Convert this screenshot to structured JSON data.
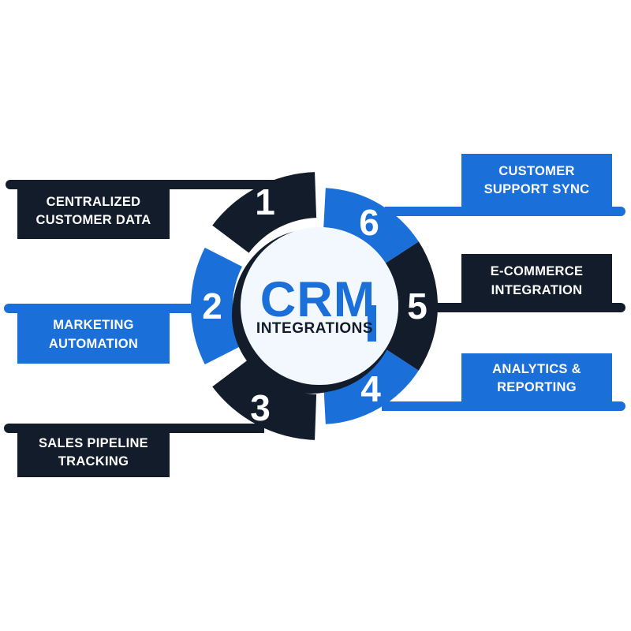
{
  "center": {
    "title": "CRM",
    "subtitle": "INTEGRATIONS"
  },
  "segments": [
    {
      "number": "1",
      "line1": "CENTRALIZED",
      "line2": "CUSTOMER DATA",
      "style": "dark"
    },
    {
      "number": "2",
      "line1": "MARKETING",
      "line2": "AUTOMATION",
      "style": "blue"
    },
    {
      "number": "3",
      "line1": "SALES PIPELINE",
      "line2": "TRACKING",
      "style": "dark"
    },
    {
      "number": "4",
      "line1": "ANALYTICS &",
      "line2": "REPORTING",
      "style": "blue"
    },
    {
      "number": "5",
      "line1": "E-COMMERCE",
      "line2": "INTEGRATION",
      "style": "dark"
    },
    {
      "number": "6",
      "line1": "CUSTOMER",
      "line2": "SUPPORT SYNC",
      "style": "blue"
    }
  ],
  "colors": {
    "blue": "#1b6fd9",
    "dark": "#131c2b",
    "circle_fill": "#f3f8fe",
    "label_text": "#ffffff"
  }
}
